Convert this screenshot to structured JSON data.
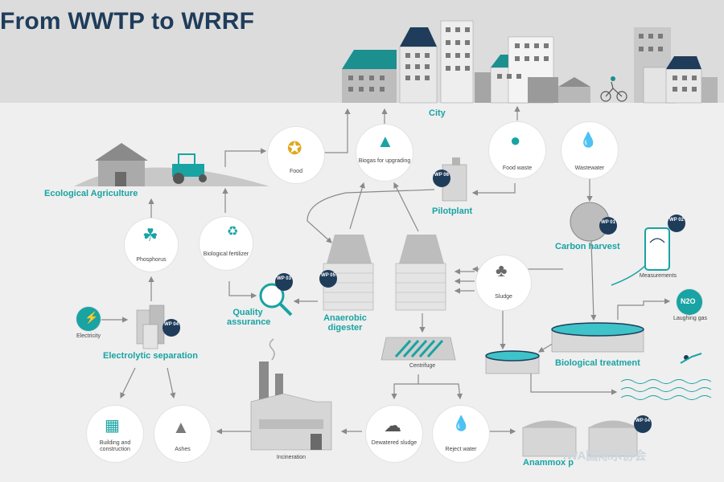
{
  "title": "From WWTP to WRRF",
  "labels": {
    "city": "City",
    "ecological_agriculture": "Ecological Agriculture",
    "food": "Food",
    "biogas": "Biogas for upgrading",
    "food_waste": "Food waste",
    "wastewater": "Wastewater",
    "pilotplant": "Pilotplant",
    "carbon_harvest": "Carbon harvest",
    "measurements": "Measurements",
    "laughing_gas": "Laughing gas",
    "phosphorus": "Phosphorus",
    "biological_fertilizer": "Biological fertilizer",
    "quality_assurance": "Quality assurance",
    "anaerobic_digester": "Anaerobic digester",
    "sludge": "Sludge",
    "biological_treatment": "Biological treatment",
    "electricity": "Electricity",
    "electrolytic_separation": "Electrolytic separation",
    "centrifuge": "Centrifuge",
    "building_construction": "Building and construction",
    "ashes": "Ashes",
    "incineration": "Incineration",
    "dewatered_sludge": "Dewatered sludge",
    "reject_water": "Reject water",
    "anammox": "Anammox p"
  },
  "wp_badges": {
    "wp01": "WP 01",
    "wp02": "WP 02",
    "wp03": "WP 03",
    "wp04_electrolytic": "WP 04",
    "wp04_anammox": "WP 04",
    "wp05": "WP 05",
    "wp06": "WP 06"
  },
  "n2o_symbol": "N2O",
  "watermark": "IWA国际水协会",
  "colors": {
    "teal": "#19a3a3",
    "navy": "#1f3c5a",
    "arrow": "#8a8a8a",
    "building": "#9a9a9a"
  }
}
